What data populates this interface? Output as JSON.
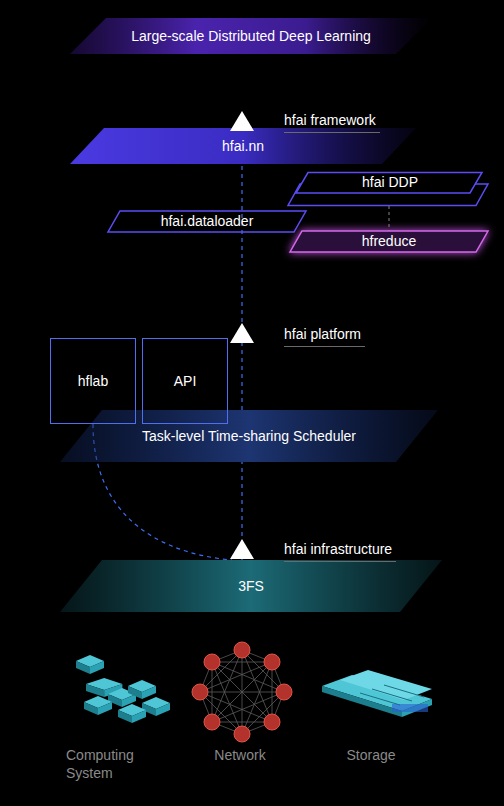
{
  "diagram": {
    "nodes": [
      {
        "text": [
          "Large-scale Distributed Deep Learning"
        ]
      },
      {
        "text": [
          "hfai.nn"
        ]
      },
      {
        "text": [
          "hfai DDP"
        ]
      },
      {
        "text": [
          "hfai.dataloader"
        ]
      },
      {
        "text": [
          "hfreduce"
        ]
      },
      {
        "text": [
          "hflab"
        ]
      },
      {
        "text": [
          "API"
        ]
      },
      {
        "text": [
          "Task-level Time-sharing Scheduler"
        ]
      },
      {
        "text": [
          "3FS"
        ]
      }
    ],
    "edges": [
      {
        "from": 2,
        "to": 4,
        "arrow": "none"
      },
      {
        "from": 5,
        "to": 8,
        "arrow": "none"
      },
      {
        "from": 8,
        "to": 7,
        "arrow": "none"
      },
      {
        "from": 7,
        "to": 1,
        "arrow": "none"
      }
    ],
    "labels": [
      "hfai framework",
      "hfai platform",
      "hfai infrastructure",
      "Computing System",
      "Network",
      "Storage"
    ]
  }
}
